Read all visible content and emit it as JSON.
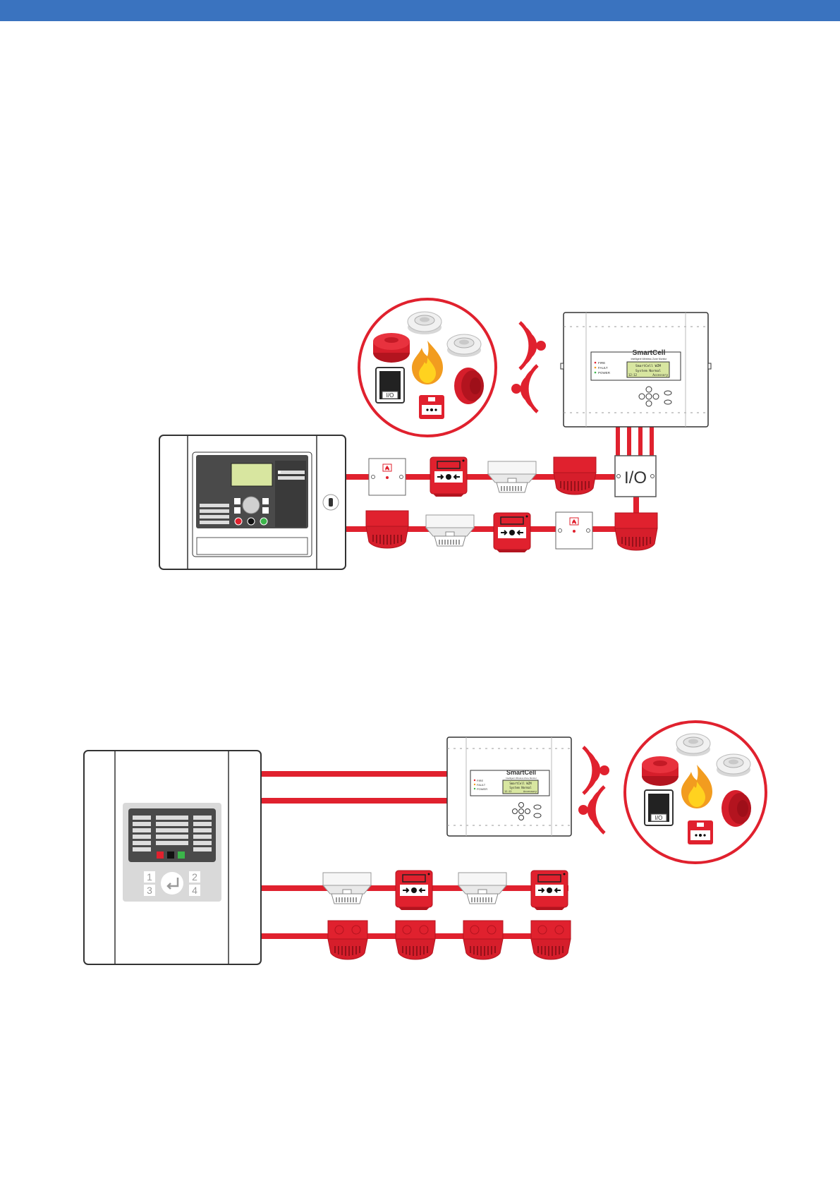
{
  "colors": {
    "header": "#3a73bf",
    "wire": "#e0212e",
    "device_red": "#e0212e",
    "panel_dark": "#4a4a4a",
    "lcd": "#d8e6a0"
  },
  "icons": [
    "fire-icon",
    "wireless-signal-icon",
    "smoke-detector-icon",
    "call-point-icon",
    "sounder-icon",
    "io-module-icon",
    "key-icon",
    "enter-icon"
  ],
  "labels": {
    "io": "I/O",
    "brand": "SmartCell",
    "subtitle": "Intelligent Wireless Zone Monitor",
    "led_fire": "FIRE",
    "led_fault": "FAULT",
    "led_power": "POWER",
    "lcd_line1": "SmartCell WZM",
    "lcd_line2": "System Normal",
    "lcd_left": "12:12",
    "lcd_right": "Accessory"
  },
  "keypad": {
    "k1": "1",
    "k2": "2",
    "k3": "3",
    "k4": "4"
  }
}
